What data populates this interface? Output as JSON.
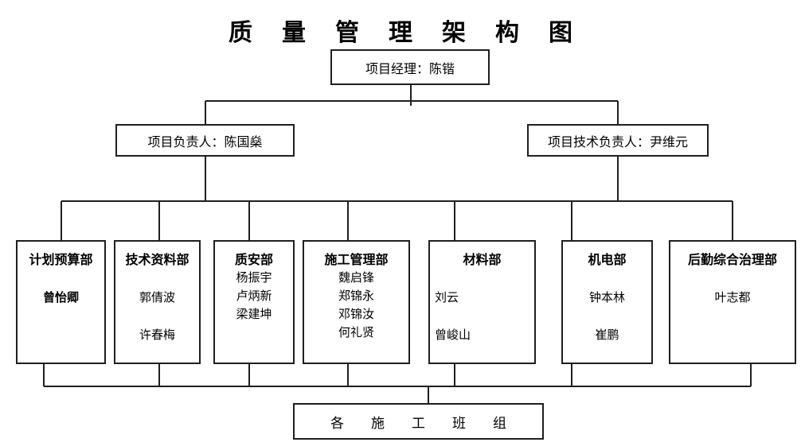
{
  "title": "质量管理架构图",
  "manager": {
    "label": "项目经理：陈锴"
  },
  "project_leader": {
    "label": "项目负责人：陈国燊"
  },
  "tech_leader": {
    "label": "项目技术负责人：尹维元"
  },
  "departments": [
    {
      "title": "计划预算部",
      "members": [
        "曾怡卿"
      ]
    },
    {
      "title": "技术资料部",
      "members": [
        "郭倩波",
        "许春梅"
      ]
    },
    {
      "title": "质安部",
      "members": [
        "杨振宇",
        "卢炳新",
        "梁建坤"
      ]
    },
    {
      "title": "施工管理部",
      "members": [
        "魏启锋",
        "郑锦永",
        "邓锦汝",
        "何礼贤"
      ]
    },
    {
      "title": "材料部",
      "members": [
        "刘云",
        "曾峻山"
      ]
    },
    {
      "title": "机电部",
      "members": [
        "钟本林",
        "崔鹏"
      ]
    },
    {
      "title": "后勤综合治理部",
      "members": [
        "叶志都"
      ]
    }
  ],
  "teams": {
    "label": "各施工班组"
  },
  "colors": {
    "line": "#1f1f1f",
    "text": "#000000",
    "background": "#ffffff"
  }
}
